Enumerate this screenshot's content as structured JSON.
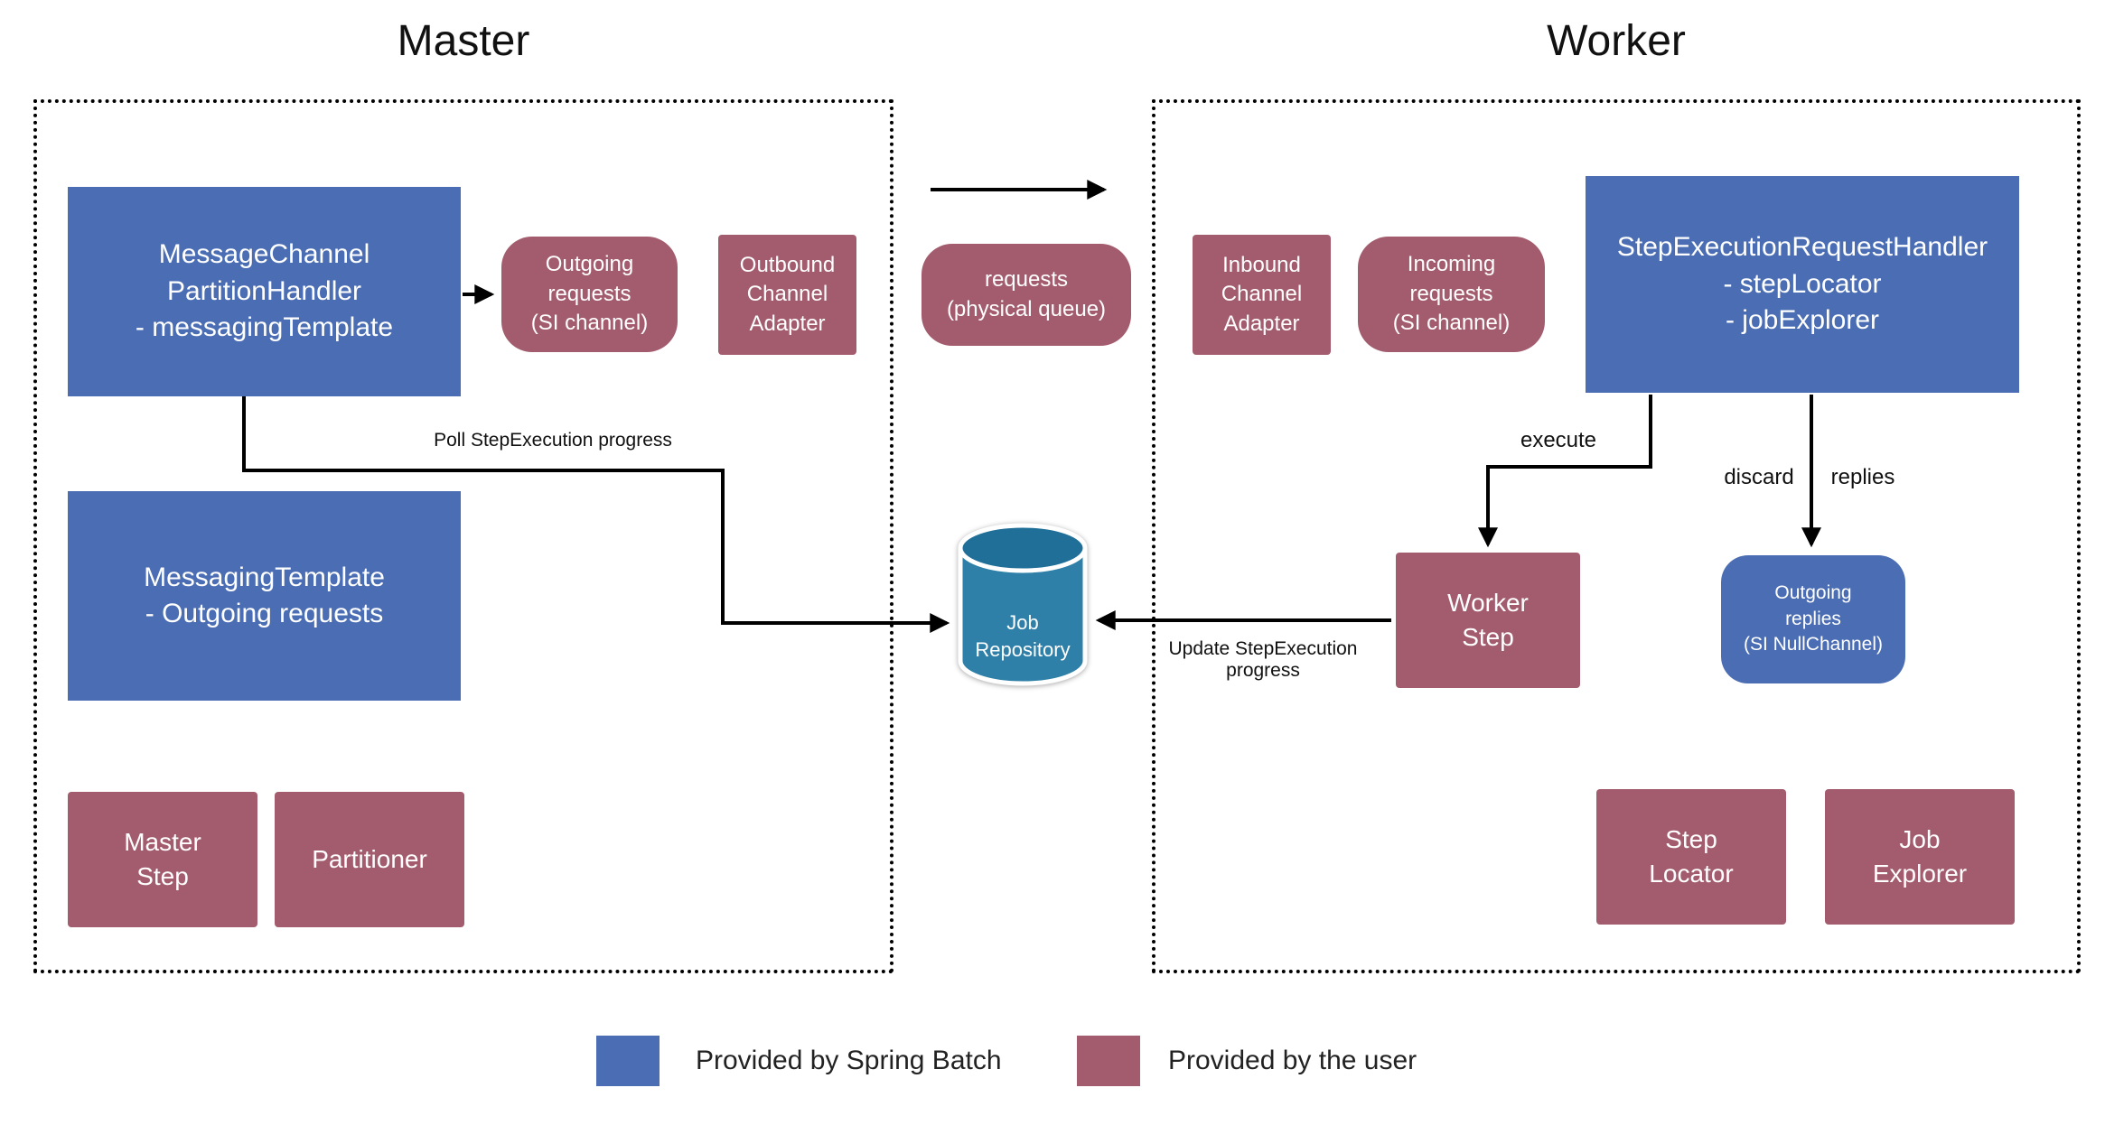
{
  "colors": {
    "blue": "#4a6db3",
    "maroon": "#a35c6e",
    "cylinder": "#2e80a8",
    "cylinder-top": "#1f6f99"
  },
  "titles": {
    "master": "Master",
    "worker": "Worker"
  },
  "master": {
    "partition_handler": {
      "line1": "MessageChannel",
      "line2": "PartitionHandler",
      "line3": "- messagingTemplate"
    },
    "outgoing_requests": {
      "line1": "Outgoing",
      "line2": "requests",
      "line3": "(SI channel)"
    },
    "outbound_adapter": {
      "line1": "Outbound",
      "line2": "Channel",
      "line3": "Adapter"
    },
    "messaging_template": {
      "line1": "MessagingTemplate",
      "line2": "- Outgoing requests"
    },
    "master_step": {
      "line1": "Master",
      "line2": "Step"
    },
    "partitioner": {
      "line1": "Partitioner"
    }
  },
  "queue": {
    "line1": "requests",
    "line2": "(physical queue)"
  },
  "worker": {
    "inbound_adapter": {
      "line1": "Inbound",
      "line2": "Channel",
      "line3": "Adapter"
    },
    "incoming_requests": {
      "line1": "Incoming",
      "line2": "requests",
      "line3": "(SI channel)"
    },
    "request_handler": {
      "line1": "StepExecutionRequestHandler",
      "line2": "- stepLocator",
      "line3": "- jobExplorer"
    },
    "worker_step": {
      "line1": "Worker",
      "line2": "Step"
    },
    "outgoing_replies": {
      "line1": "Outgoing",
      "line2": "replies",
      "line3": "(SI NullChannel)"
    },
    "step_locator": {
      "line1": "Step",
      "line2": "Locator"
    },
    "job_explorer": {
      "line1": "Job",
      "line2": "Explorer"
    }
  },
  "repository": {
    "line1": "Job",
    "line2": "Repository"
  },
  "arrow_labels": {
    "poll": "Poll StepExecution progress",
    "update_line1": "Update StepExecution",
    "update_line2": "progress",
    "execute": "execute",
    "discard": "discard",
    "replies": "replies"
  },
  "legend": {
    "spring_batch": "Provided by Spring Batch",
    "user": "Provided by the user"
  }
}
